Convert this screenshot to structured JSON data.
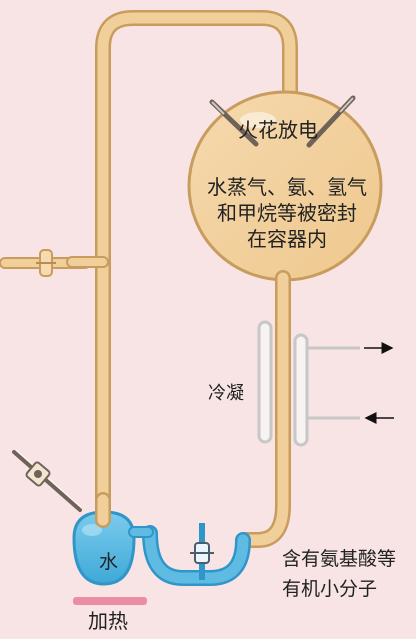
{
  "labels": {
    "spark": "火花放电",
    "chamber_lines": [
      "水蒸气、氨、氢气",
      "和甲烷等被密封",
      "在容器内"
    ],
    "condense": "冷凝",
    "water": "水",
    "product_lines": [
      "含有氨基酸等",
      "有机小分子"
    ],
    "heat": "加热"
  },
  "colors": {
    "background": "#f8e4e4",
    "glass_fill": "#f1cf9b",
    "glass_edge": "#c89c5d",
    "water": "#55b8df",
    "heat_bar": "#eb8ea5",
    "arrow": "#111111"
  },
  "icons": {
    "left_valve": "valve-icon",
    "bottom_stopcock": "stopcock-icon",
    "condenser": "condenser-icon",
    "spark_electrodes": "electrode-icon"
  }
}
